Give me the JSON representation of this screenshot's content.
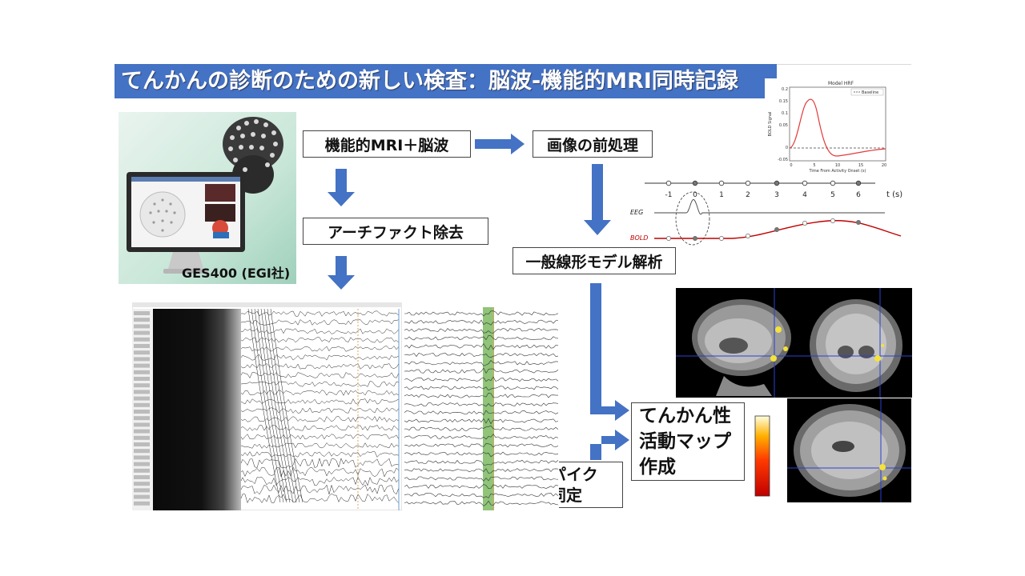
{
  "title": "てんかんの診断のための新しい検査：脳波-機能的MRI同時記録",
  "flow": {
    "step_mri_eeg": "機能的MRI＋脳波",
    "step_artifact": "アーチファクト除去",
    "step_preprocess": "画像の前処理",
    "step_glm": "一般線形モデル解析",
    "step_spike_line1": "スパイク",
    "step_spike_line2": "同定",
    "step_map_line1": "てんかん性",
    "step_map_line2": "活動マップ",
    "step_map_line3": "作成"
  },
  "device": {
    "label": "GES400 (EGI社)"
  },
  "hrf_plot": {
    "title": "Model HRF",
    "legend": "Baseline",
    "xlabel": "Time From Activity Onset (s)",
    "ylabel": "BOLD Signal",
    "x_ticks": [
      "0",
      "5",
      "10",
      "15",
      "20"
    ],
    "y_ticks": [
      "0.2",
      "0.15",
      "0.1",
      "0.05",
      "0",
      "-0.05"
    ]
  },
  "timeline": {
    "ticks": [
      "-1",
      "0",
      "1",
      "2",
      "3",
      "4",
      "5",
      "6"
    ],
    "axis_label": "t (s)",
    "eeg_label": "EEG",
    "bold_label": "BOLD"
  },
  "colors": {
    "title_bar": "#4472c4",
    "arrow": "#4472c4",
    "bold_curve": "#c00000",
    "spike_highlight": "#6ab04c"
  },
  "icons": {
    "arrow": "block-arrow",
    "brain": "mri-brain-slice"
  }
}
